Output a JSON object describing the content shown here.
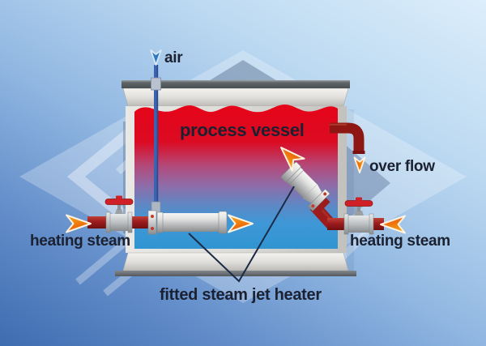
{
  "diagram": {
    "labels": {
      "air": "air",
      "process_vessel": "process vessel",
      "over_flow": "over flow",
      "heating_steam_left": "heating steam",
      "heating_steam_right": "heating steam",
      "fitted_steam_jet_heater": "fitted steam jet heater"
    },
    "flow_arrows": [
      {
        "name": "air-inlet",
        "direction": "down",
        "color": "#2f78c2"
      },
      {
        "name": "heating-steam-left-inlet",
        "direction": "right",
        "color": "#f08a14"
      },
      {
        "name": "left-jet-heater-discharge",
        "direction": "right",
        "color": "#f08a14"
      },
      {
        "name": "inclined-jet-heater-discharge",
        "direction": "up-left",
        "color": "#f08a14"
      },
      {
        "name": "over-flow-outlet",
        "direction": "down",
        "color": "#f08a14"
      },
      {
        "name": "heating-steam-right-inlet",
        "direction": "left",
        "color": "#f08a14"
      }
    ],
    "colors": {
      "background_light": "#dceefb",
      "background_dark": "#3e6cb0",
      "liquid_hot_red": "#e60418",
      "liquid_cold_blue": "#3095d2",
      "pipe_red": "#9c1b1d",
      "steel_light": "#f4f3ef",
      "steel_dark": "#8a8c8e",
      "label_text": "#1b2130",
      "arrow_orange": "#f08a14",
      "air_pipe_blue": "#3c63b0"
    }
  }
}
